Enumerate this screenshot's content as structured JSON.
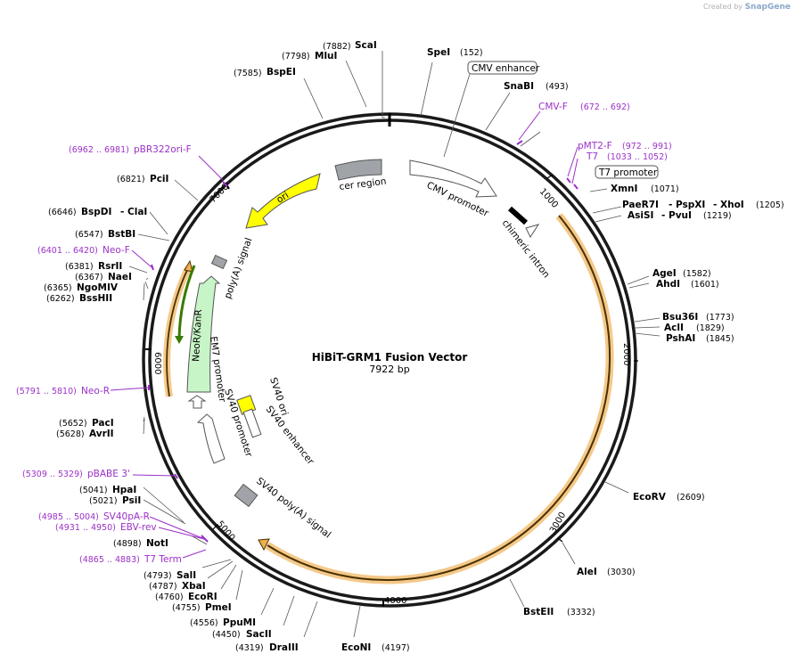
{
  "watermark": {
    "prefix": "Created by",
    "brand": "SnapGene"
  },
  "title": "HiBiT-GRM1 Fusion Vector",
  "subtitle": "7922 bp",
  "ticks": [
    "1000",
    "2000",
    "3000",
    "4000",
    "5000",
    "6000",
    "7000"
  ],
  "sites": [
    {
      "name": "ScaI",
      "pos": "(7882)"
    },
    {
      "name": "MluI",
      "pos": "(7798)"
    },
    {
      "name": "BspEI",
      "pos": "(7585)"
    },
    {
      "name": "SpeI",
      "pos": "(152)"
    },
    {
      "name": "SnaBI",
      "pos": "(493)"
    },
    {
      "name": "XmnI",
      "pos": "(1071)"
    },
    {
      "name": "PaeR7I",
      "pos": ""
    },
    {
      "name": "- PspXI",
      "pos": ""
    },
    {
      "name": "- XhoI",
      "pos": "(1205)"
    },
    {
      "name": "AsiSI",
      "pos": ""
    },
    {
      "name": "- PvuI",
      "pos": "(1219)"
    },
    {
      "name": "AgeI",
      "pos": "(1582)"
    },
    {
      "name": "AhdI",
      "pos": "(1601)"
    },
    {
      "name": "Bsu36I",
      "pos": "(1773)"
    },
    {
      "name": "AclI",
      "pos": "(1829)"
    },
    {
      "name": "PshAI",
      "pos": "(1845)"
    },
    {
      "name": "EcoRV",
      "pos": "(2609)"
    },
    {
      "name": "AleI",
      "pos": "(3030)"
    },
    {
      "name": "BstEII",
      "pos": "(3332)"
    },
    {
      "name": "EcoNI",
      "pos": "(4197)"
    },
    {
      "name": "DraIII",
      "pos": "(4319)"
    },
    {
      "name": "SacII",
      "pos": "(4450)"
    },
    {
      "name": "PpuMI",
      "pos": "(4556)"
    },
    {
      "name": "PmeI",
      "pos": "(4755)"
    },
    {
      "name": "EcoRI",
      "pos": "(4760)"
    },
    {
      "name": "XbaI",
      "pos": "(4787)"
    },
    {
      "name": "SalI",
      "pos": "(4793)"
    },
    {
      "name": "NotI",
      "pos": "(4898)"
    },
    {
      "name": "PsiI",
      "pos": "(5021)"
    },
    {
      "name": "HpaI",
      "pos": "(5041)"
    },
    {
      "name": "AvrII",
      "pos": "(5628)"
    },
    {
      "name": "PacI",
      "pos": "(5652)"
    },
    {
      "name": "BssHII",
      "pos": "(6262)"
    },
    {
      "name": "NgoMIV",
      "pos": "(6365)"
    },
    {
      "name": "NaeI",
      "pos": "(6367)"
    },
    {
      "name": "RsrII",
      "pos": "(6381)"
    },
    {
      "name": "BstBI",
      "pos": "(6547)"
    },
    {
      "name": "BspDI",
      "pos": "(6646)"
    },
    {
      "name": "- ClaI",
      "pos": ""
    },
    {
      "name": "PciI",
      "pos": "(6821)"
    }
  ],
  "primers": [
    {
      "name": "CMV-F",
      "range": "(672 .. 692)"
    },
    {
      "name": "pMT2-F",
      "range": "(972 .. 991)"
    },
    {
      "name": "T7",
      "range": "(1033 .. 1052)"
    },
    {
      "name": "pBR322ori-F",
      "range": "(6962 .. 6981)"
    },
    {
      "name": "Neo-F",
      "range": "(6401 .. 6420)"
    },
    {
      "name": "Neo-R",
      "range": "(5791 .. 5810)"
    },
    {
      "name": "pBABE 3'",
      "range": "(5309 .. 5329)"
    },
    {
      "name": "SV40pA-R",
      "range": "(4985 .. 5004)"
    },
    {
      "name": "EBV-rev",
      "range": "(4931 .. 4950)"
    },
    {
      "name": "T7 Term",
      "range": "(4865 .. 4883)"
    }
  ],
  "boxed_features": [
    "CMV enhancer",
    "T7 promoter"
  ],
  "features": [
    "cer region",
    "CMV promoter",
    "chimeric intron",
    "ori",
    "poly(A) signal",
    "NeoR/KanR",
    "EM7 promoter",
    "SV40 promoter",
    "SV40 ori",
    "SV40 enhancer",
    "SV40 poly(A) signal"
  ],
  "colors": {
    "ori": "#ffff00",
    "neor": "#c8f5c8",
    "orf": "#f0b050",
    "primer": "#9b30c8",
    "grey": "#a0a4a8"
  }
}
